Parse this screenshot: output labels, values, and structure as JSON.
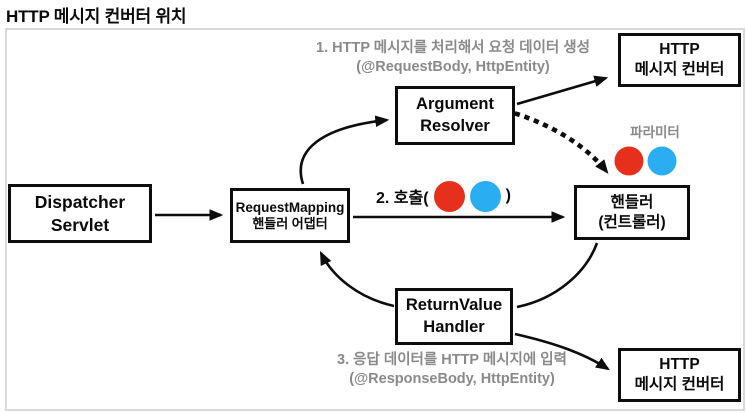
{
  "title": "HTTP 메시지 컨버터 위치",
  "colors": {
    "red": "#e6301c",
    "blue": "#2badf1",
    "gray_text": "#8a8a8a",
    "frame_border": "#d9d9d9",
    "line": "#0d0d0d"
  },
  "nodes": {
    "dispatcher": {
      "line1": "Dispatcher",
      "line2": "Servlet"
    },
    "adapter": {
      "line1": "RequestMapping",
      "line2": "핸들러 어댑터"
    },
    "argument_resolver": {
      "line1": "Argument",
      "line2": "Resolver"
    },
    "http_converter_top": {
      "line1": "HTTP",
      "line2": "메시지 컨버터"
    },
    "handler": {
      "line1": "핸들러",
      "line2": "(컨트롤러)"
    },
    "return_value_handler": {
      "line1": "ReturnValue",
      "line2": "Handler"
    },
    "http_converter_bottom": {
      "line1": "HTTP",
      "line2": "메시지 컨버터"
    }
  },
  "annotations": {
    "step1": {
      "line1": "1. HTTP 메시지를 처리해서 요청 데이터 생성",
      "line2": "(@RequestBody, HttpEntity)"
    },
    "step2": {
      "prefix": "2. 호출(",
      "suffix": ")"
    },
    "step3": {
      "line1": "3. 응답 데이터를 HTTP 메시지에 입력",
      "line2": "(@ResponseBody, HttpEntity)"
    },
    "parameter_label": "파라미터"
  }
}
